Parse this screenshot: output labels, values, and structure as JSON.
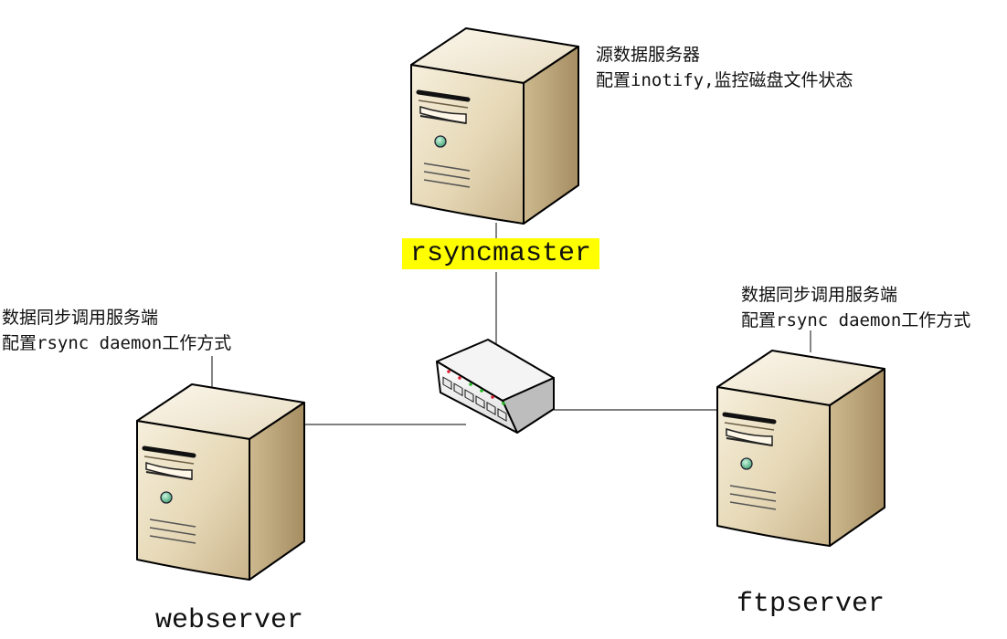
{
  "colors": {
    "highlight": "#ffff00",
    "link": "#333333",
    "server_front": "#e8dcbf",
    "server_top": "#f3ecd9",
    "server_side": "#bfa980",
    "server_led": "#5fbf8f",
    "switch_front": "#f2f2f2"
  },
  "nodes": {
    "master": {
      "name": "rsyncmaster",
      "note_line1": "源数据服务器",
      "note_line2": "配置inotify,监控磁盘文件状态",
      "icon": "server-tower-icon"
    },
    "web": {
      "name": "webserver",
      "note_line1": "数据同步调用服务端",
      "note_line2": "配置rsync daemon工作方式",
      "icon": "server-tower-icon"
    },
    "ftp": {
      "name": "ftpserver",
      "note_line1": "数据同步调用服务端",
      "note_line2": "配置rsync daemon工作方式",
      "icon": "server-tower-icon"
    },
    "switch": {
      "icon": "network-switch-icon"
    }
  }
}
